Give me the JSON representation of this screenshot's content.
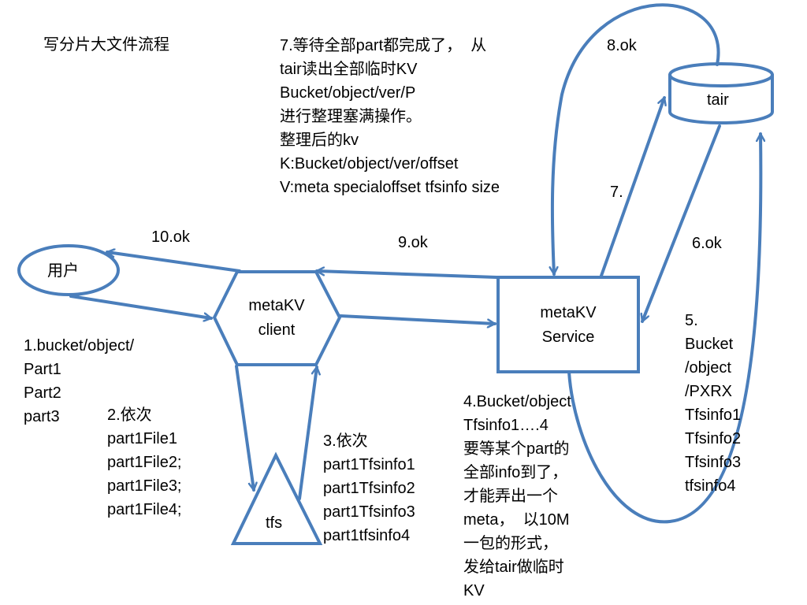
{
  "title": "写分片大文件流程",
  "nodes": {
    "user": "用户",
    "client_line1": "metaKV",
    "client_line2": "client",
    "service_line1": "metaKV",
    "service_line2": "Service",
    "tair": "tair",
    "tfs": "tfs"
  },
  "edge_labels": {
    "ok10": "10.ok",
    "ok9": "9.ok",
    "ok8": "8.ok",
    "step7": "7.",
    "ok6": "6.ok"
  },
  "notes": {
    "step1": [
      "1.bucket/object/",
      "Part1",
      "Part2",
      "part3"
    ],
    "step2": [
      "2.依次",
      "part1File1",
      "part1File2;",
      "part1File3;",
      "part1File4;"
    ],
    "step3": [
      "3.依次",
      "part1Tfsinfo1",
      "part1Tfsinfo2",
      "part1Tfsinfo3",
      "part1tfsinfo4"
    ],
    "step4": [
      "4.Bucket/object",
      "Tfsinfo1….4",
      "要等某个part的",
      "全部info到了，",
      "才能弄出一个",
      "meta，  以10M",
      "一包的形式，",
      "发给tair做临时",
      "KV"
    ],
    "step5": [
      "5.",
      "Bucket",
      "/object",
      "/PXRX",
      "Tfsinfo1",
      "Tfsinfo2",
      "Tfsinfo3",
      "tfsinfo4"
    ],
    "step7": [
      "7.等待全部part都完成了，  从",
      "tair读出全部临时KV",
      "Bucket/object/ver/P",
      "进行整理塞满操作。",
      "整理后的kv",
      "K:Bucket/object/ver/offset",
      "V:meta specialoffset tfsinfo size"
    ]
  },
  "colors": {
    "stroke": "#4a7ebb",
    "fill": "#ffffff",
    "text": "#000000"
  }
}
